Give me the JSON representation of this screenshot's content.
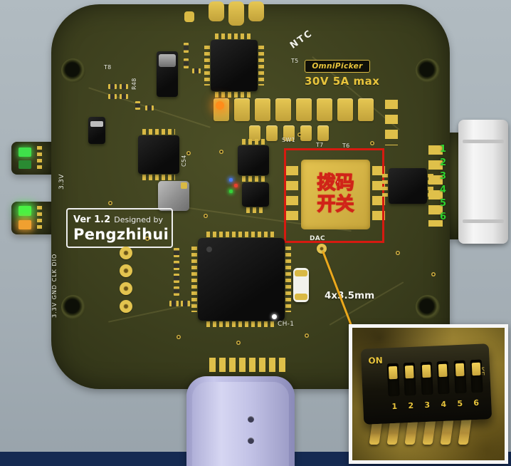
{
  "colors": {
    "background": "#a7b1b7",
    "bottom_bar": "#152a52",
    "pcb_green": "#3e411e",
    "pad_gold": "#d9b944",
    "annotation_red": "#d61a10",
    "leader_yellow": "#eba81c",
    "pin_number_green": "#2ed12e",
    "usb_lavender": "#b4b4dc",
    "badge_yellow": "#e8c43c"
  },
  "silkscreen": {
    "t8": "T8",
    "r48": "R48",
    "t5": "T5",
    "ntc": "NTC",
    "sw1": "SW1",
    "t7": "T7",
    "t6": "T6",
    "c54": "C54",
    "rail_3v3": "3.3V",
    "swd_pins": "3.3V GND CLK DIO",
    "dac": "DAC",
    "ch1": "CH-1"
  },
  "badge": {
    "brand": "OmniPicker",
    "rating": "30V 5A max"
  },
  "version_box": {
    "version": "Ver 1.2",
    "designed_by": "Designed by",
    "author": "Pengzhihui"
  },
  "annotation": {
    "dip_label_line1": "拨码",
    "dip_label_line2": "开关",
    "mounting_note": "4x3.5mm"
  },
  "right_connector": {
    "pins": [
      "1",
      "2",
      "3",
      "4",
      "5",
      "6"
    ]
  },
  "inset": {
    "on_label": "ON",
    "side_label": "KE",
    "pins": [
      "1",
      "2",
      "3",
      "4",
      "5",
      "6"
    ]
  }
}
